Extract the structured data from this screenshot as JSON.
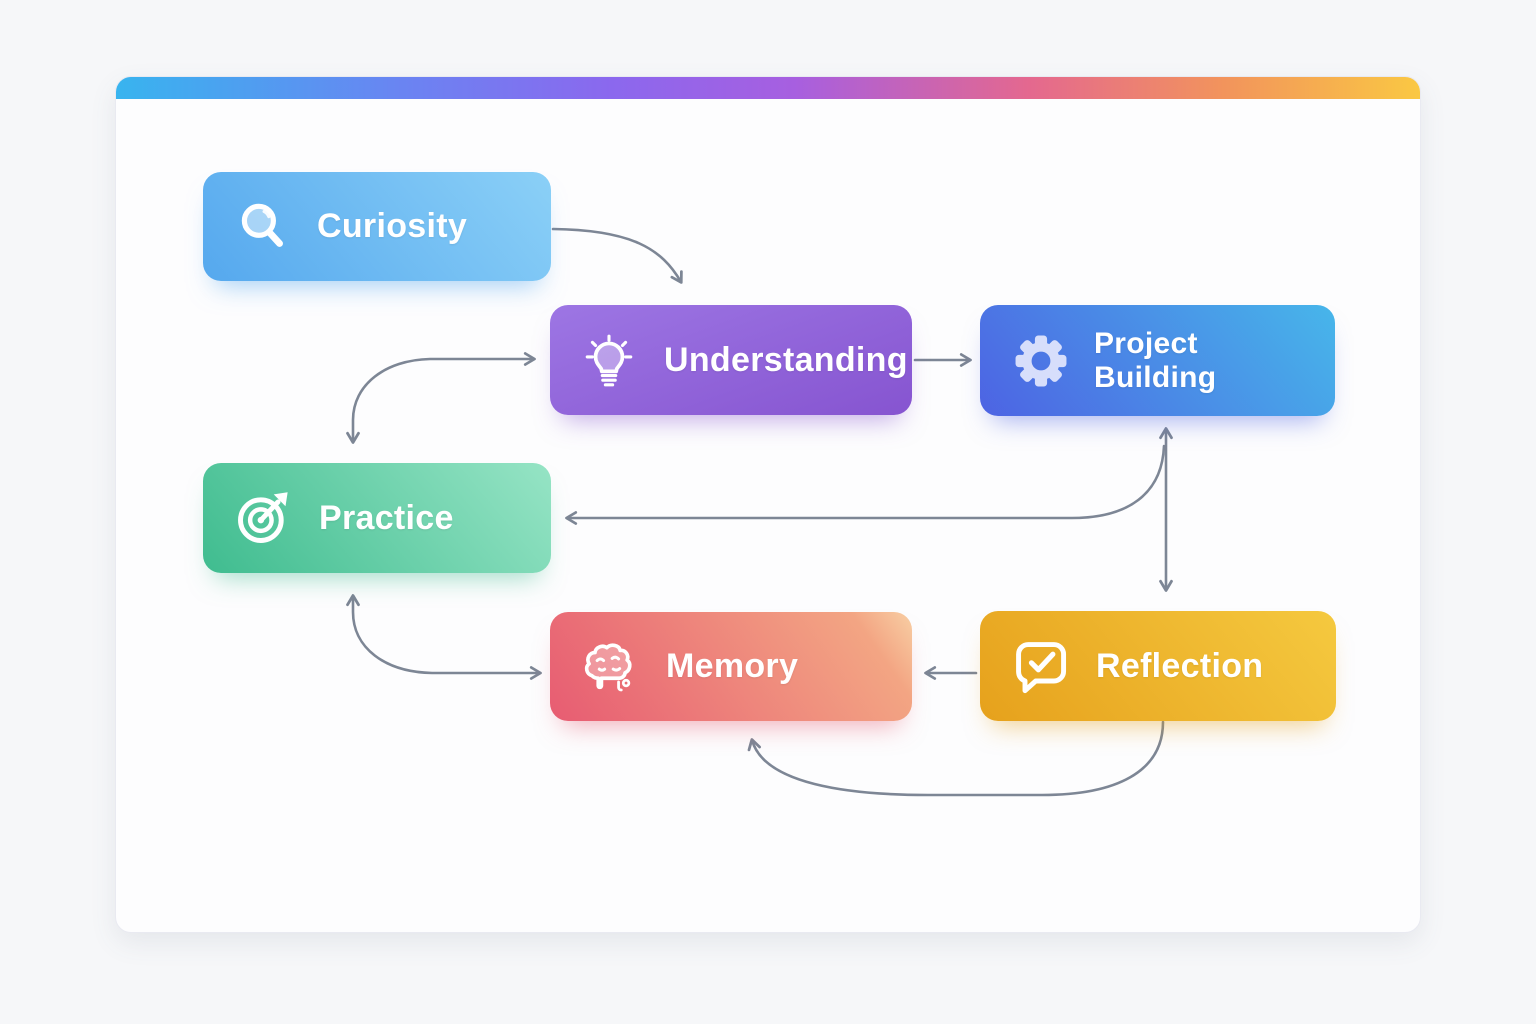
{
  "page": {
    "background": "#f6f7f9"
  },
  "card": {
    "background": "#fdfdfe",
    "border": "#e9eaf1",
    "gradient_bar_colors": [
      "#38b4ef",
      "#8b68ee",
      "#a75fe0",
      "#e4688f",
      "#f2945c",
      "#fac843"
    ]
  },
  "diagram": {
    "arrow_color": "#7d8695",
    "nodes": [
      {
        "id": "curiosity",
        "label": "Curiosity",
        "icon": "magnifier-icon",
        "gradient": [
          "#55a8ee",
          "#8bd0f7"
        ]
      },
      {
        "id": "understanding",
        "label": "Understanding",
        "icon": "lightbulb-icon",
        "gradient": [
          "#9d76e4",
          "#8654d0"
        ]
      },
      {
        "id": "project-building",
        "label": "Project Building",
        "icon": "gear-icon",
        "gradient": [
          "#4d63e3",
          "#47b6ea"
        ]
      },
      {
        "id": "practice",
        "label": "Practice",
        "icon": "target-icon",
        "gradient": [
          "#3fbc8f",
          "#96e4c5"
        ]
      },
      {
        "id": "memory",
        "label": "Memory",
        "icon": "brain-icon",
        "gradient": [
          "#e75c72",
          "#f3a583"
        ]
      },
      {
        "id": "reflection",
        "label": "Reflection",
        "icon": "speech-bubble-check-icon",
        "gradient": [
          "#e6a11c",
          "#f5c93f"
        ]
      }
    ],
    "edges": [
      {
        "from": "curiosity",
        "to": "understanding",
        "bidirectional": false
      },
      {
        "from": "practice",
        "to": "understanding",
        "bidirectional": true
      },
      {
        "from": "understanding",
        "to": "project-building",
        "bidirectional": false
      },
      {
        "from": "project-building",
        "to": "reflection",
        "bidirectional": true
      },
      {
        "from": "project-building",
        "to": "practice",
        "bidirectional": false
      },
      {
        "from": "reflection",
        "to": "memory",
        "bidirectional": false
      },
      {
        "from": "practice",
        "to": "memory",
        "bidirectional": true
      },
      {
        "from": "reflection",
        "to": "memory-bottom-loop",
        "bidirectional": false
      }
    ]
  }
}
